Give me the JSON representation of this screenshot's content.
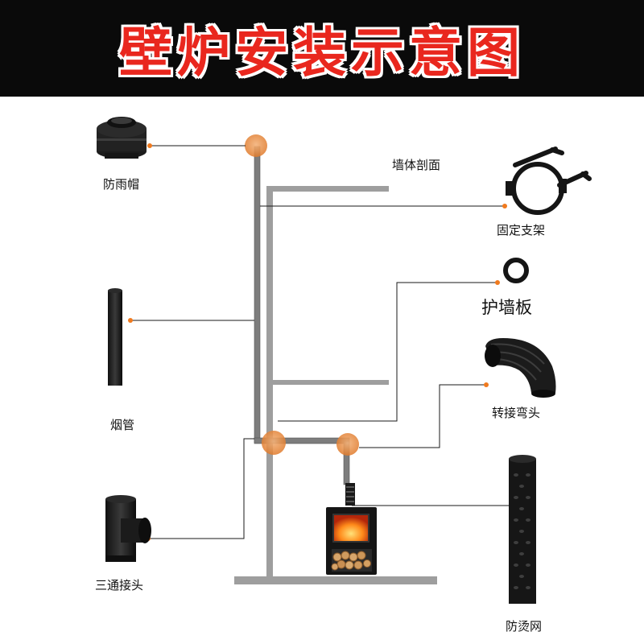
{
  "title": "壁炉安装示意图",
  "labels": {
    "rain_cap": "防雨帽",
    "wall_section": "墙体剖面",
    "bracket": "固定支架",
    "wall_plate": "护墙板",
    "elbow": "转接弯头",
    "chimney_pipe": "烟管",
    "tee": "三通接头",
    "guard": "防烫网"
  },
  "colors": {
    "banner_bg": "#0a0a0a",
    "title_red": "#e9271e",
    "wall_gray": "#9e9e9e",
    "pipe_gray": "#7d7d7d",
    "joint_orange": "#e8893a",
    "leader_dot": "#f07a1e"
  }
}
